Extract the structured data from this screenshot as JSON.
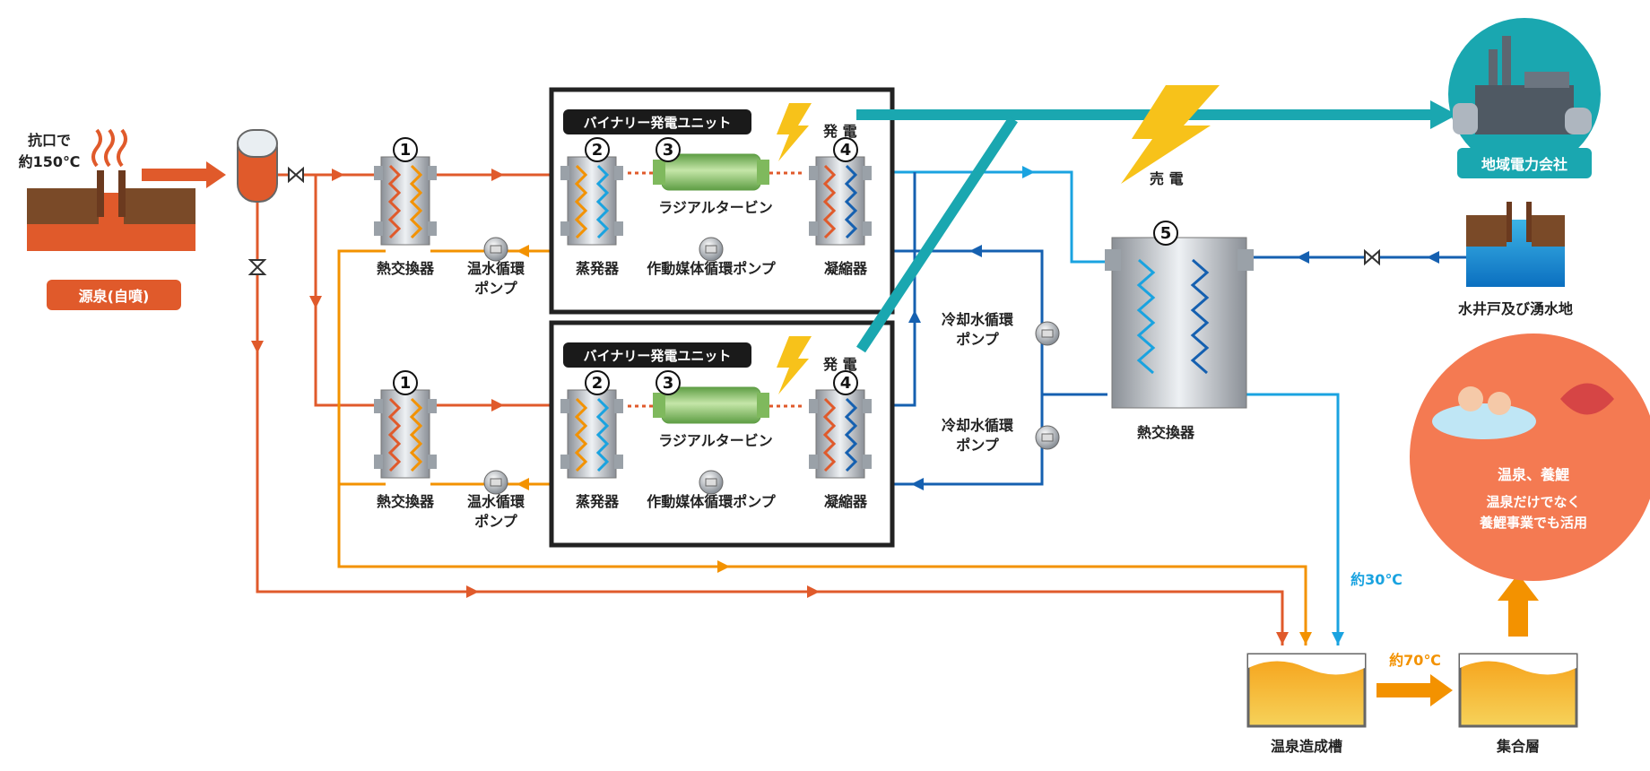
{
  "source": {
    "well_label_1": "抗口で",
    "well_label_2": "約150℃",
    "name": "源泉(自噴)"
  },
  "units": {
    "title": "バイナリー発電ユニット",
    "generation": "発 電",
    "turbine": "ラジアルタービン",
    "evaporator": "蒸発器",
    "condenser": "凝縮器",
    "working_pump": "作動媒体循環ポンプ",
    "heat_exchanger": "熱交換器",
    "hot_pump_1": "温水循環",
    "hot_pump_2": "ポンプ"
  },
  "numbers": {
    "n1": "1",
    "n2": "2",
    "n3": "3",
    "n4": "4",
    "n5": "5"
  },
  "cooling": {
    "pump_1": "冷却水循環",
    "pump_2": "ポンプ",
    "heat_exchanger": "熱交換器",
    "water_source": "水井戸及び湧水地",
    "temp": "約30℃"
  },
  "power": {
    "sell": "売 電",
    "utility": "地域電力会社"
  },
  "output": {
    "tank": "温泉造成槽",
    "collector": "集合層",
    "temp": "約70℃",
    "use_title": "温泉、養鯉",
    "use_desc_1": "温泉だけでなく",
    "use_desc_2": "養鯉事業でも活用"
  },
  "colors": {
    "hot": "#e05a2b",
    "warm": "#f39200",
    "cool": "#1aa3e0",
    "cool_dark": "#1560b0",
    "teal": "#1aa7b0",
    "bolt": "#f7c21a",
    "turbine": "#8cc46a"
  }
}
